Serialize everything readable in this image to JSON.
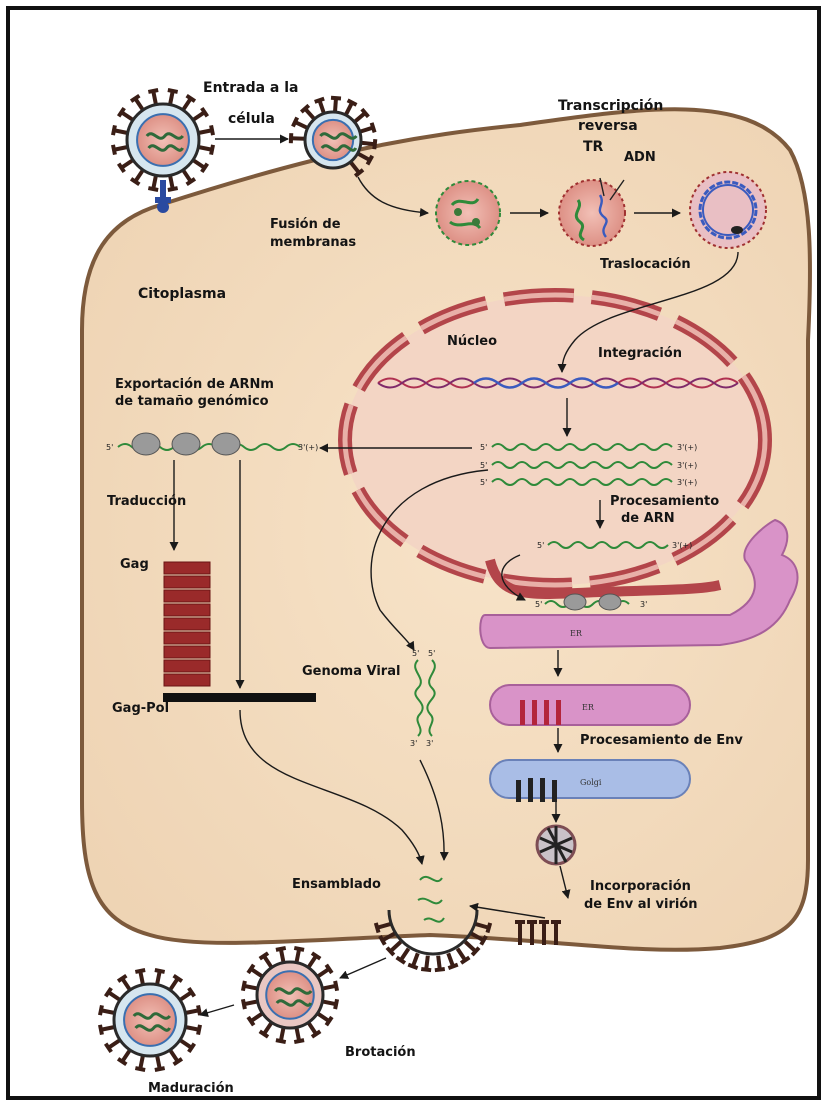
{
  "labels": {
    "entry_line1": "Entrada a la",
    "entry_line2": "célula",
    "rt_line1": "Transcripción",
    "rt_line2": "reversa",
    "tr": "TR",
    "adn": "ADN",
    "fusion_line1": "Fusión de",
    "fusion_line2": "membranas",
    "translocation": "Traslocación",
    "cytoplasm": "Citoplasma",
    "nucleus": "Núcleo",
    "integration": "Integración",
    "export_line1": "Exportación de ARNm",
    "export_line2": "de tamaño genómico",
    "translation": "Traducción",
    "gag": "Gag",
    "gag_pol": "Gag-Pol",
    "rna_processing_line1": "Procesamiento",
    "rna_processing_line2": "de ARN",
    "viral_genome": "Genoma Viral",
    "er1": "ER",
    "er2": "ER",
    "golgi": "Golgi",
    "env_processing": "Procesamiento de Env",
    "assembly": "Ensamblado",
    "env_incorp_line1": "Incorporación",
    "env_incorp_line2": "de Env al virión",
    "budding": "Brotación",
    "maturation": "Maduración"
  },
  "strand_ends": {
    "five": "5'",
    "three_plus": "3'(+)",
    "three": "3'"
  },
  "colors": {
    "cytoplasm": "#f1dcc1",
    "cell_border": "#7d5a3c",
    "nuclear_envelope": "#b3454a",
    "er": "#d993c8",
    "golgi": "#a9bde6",
    "gag_block": "#9a2a2a",
    "rna_green": "#2f8a3a",
    "dna_blue": "#3a5bbf",
    "dna_red": "#b03050",
    "virion_core": "#e9a7a0"
  }
}
